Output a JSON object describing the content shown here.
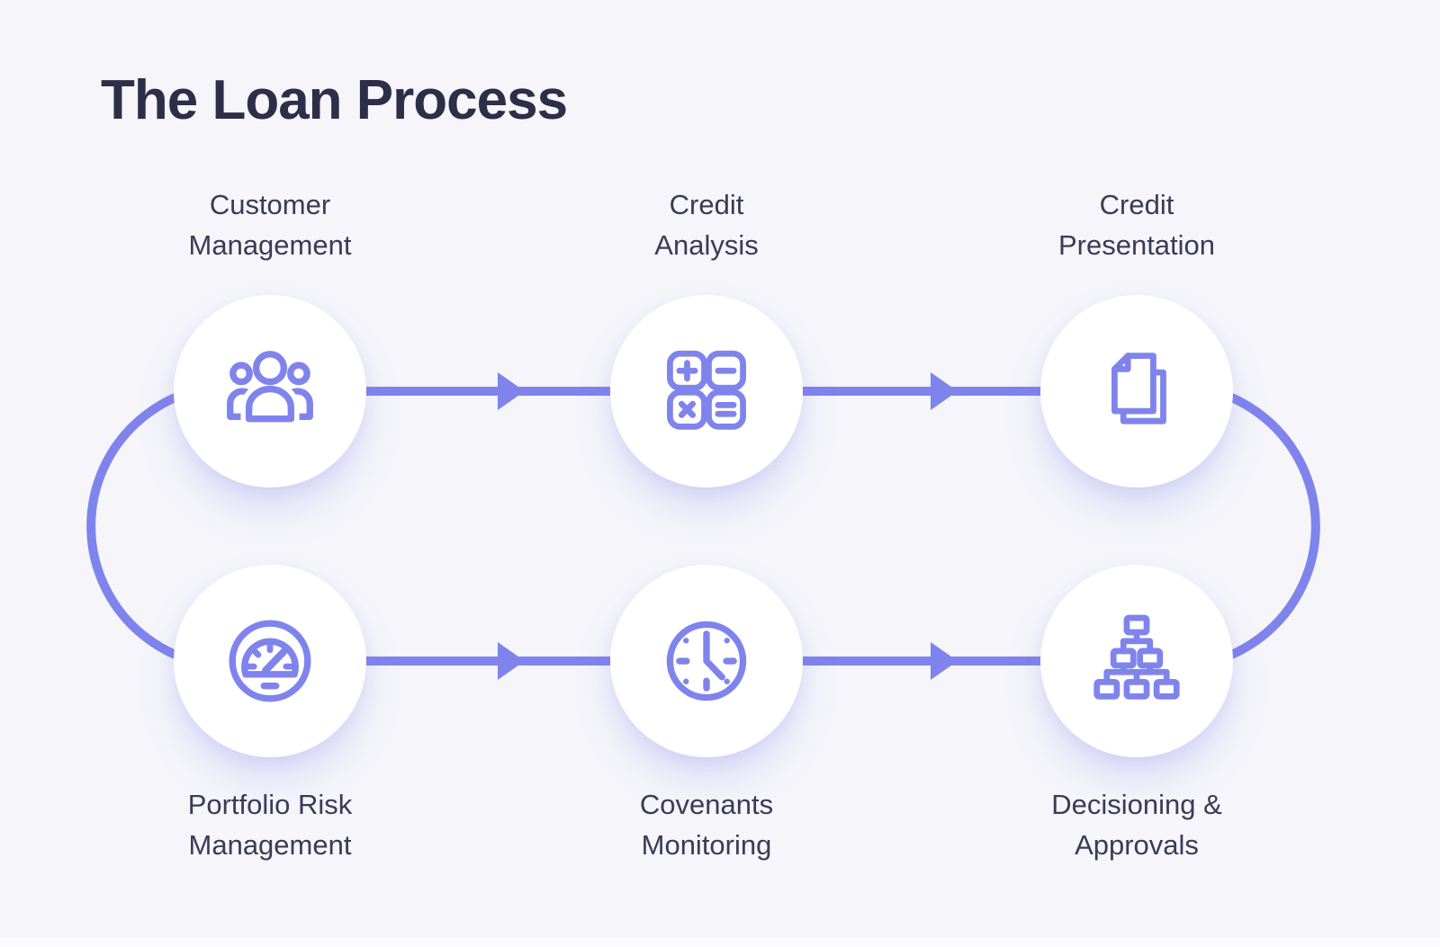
{
  "title": "The Loan Process",
  "colors": {
    "background": "#F5F5FA",
    "accent": "#7F84EC",
    "title_text": "#2D2E47",
    "label_text": "#3A3B56",
    "node_fill": "#FFFFFF"
  },
  "steps": [
    {
      "id": "customer-management",
      "label_lines": [
        "Customer",
        "Management"
      ],
      "icon": "people-group-icon",
      "row": "top",
      "col": 1
    },
    {
      "id": "credit-analysis",
      "label_lines": [
        "Credit",
        "Analysis"
      ],
      "icon": "calculator-icon",
      "row": "top",
      "col": 2
    },
    {
      "id": "credit-presentation",
      "label_lines": [
        "Credit",
        "Presentation"
      ],
      "icon": "documents-icon",
      "row": "top",
      "col": 3
    },
    {
      "id": "portfolio-risk-management",
      "label_lines": [
        "Portfolio Risk",
        "Management"
      ],
      "icon": "gauge-icon",
      "row": "bottom",
      "col": 1
    },
    {
      "id": "covenants-monitoring",
      "label_lines": [
        "Covenants",
        "Monitoring"
      ],
      "icon": "clock-icon",
      "row": "bottom",
      "col": 2
    },
    {
      "id": "decisioning-approvals",
      "label_lines": [
        "Decisioning &",
        "Approvals"
      ],
      "icon": "org-chart-icon",
      "row": "bottom",
      "col": 3
    }
  ],
  "connections": [
    {
      "from": "customer-management",
      "to": "credit-analysis",
      "type": "arrow-right"
    },
    {
      "from": "credit-analysis",
      "to": "credit-presentation",
      "type": "arrow-right"
    },
    {
      "from": "portfolio-risk-management",
      "to": "covenants-monitoring",
      "type": "arrow-right"
    },
    {
      "from": "covenants-monitoring",
      "to": "decisioning-approvals",
      "type": "arrow-right"
    },
    {
      "from": "customer-management",
      "to": "portfolio-risk-management",
      "type": "curve-left"
    },
    {
      "from": "credit-presentation",
      "to": "decisioning-approvals",
      "type": "curve-right"
    }
  ]
}
